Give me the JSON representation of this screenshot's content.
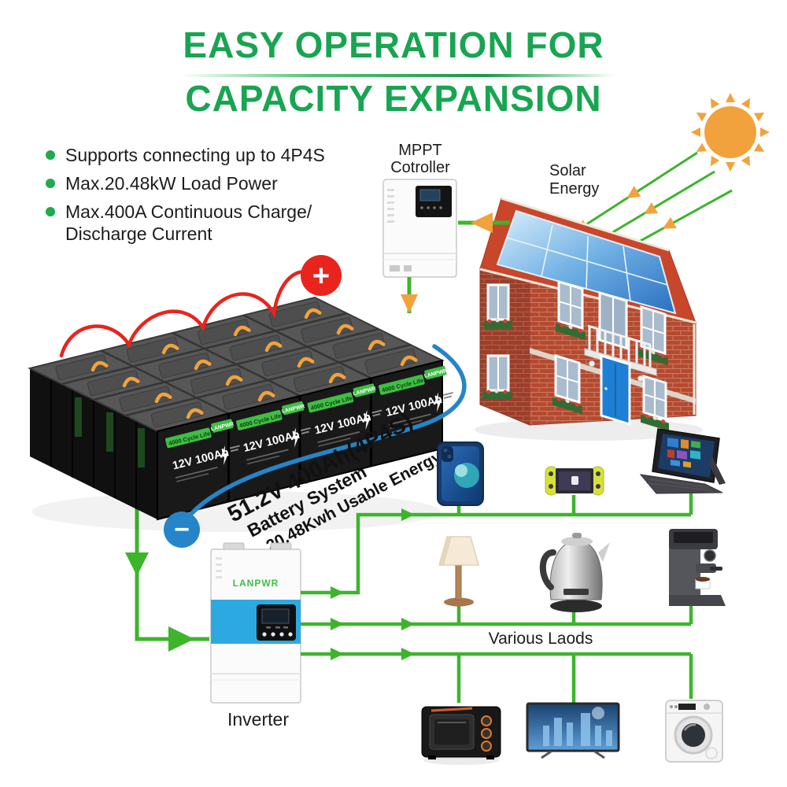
{
  "title": {
    "line1": "EASY OPERATION FOR",
    "line2": "CAPACITY EXPANSION"
  },
  "features": [
    "Supports connecting up to 4P4S",
    "Max.20.48kW Load Power",
    "Max.400A Continuous Charge/\nDischarge Current"
  ],
  "mppt": {
    "label": "MPPT\nCotroller"
  },
  "solar": {
    "label": "Solar\nEnergy"
  },
  "battery": {
    "brand": "LANPWR",
    "cycle_life": "4000 Cycle Life",
    "cell_spec": "12V 100Ah",
    "plus": "+",
    "minus": "−",
    "system_line1": "51.2V 400Ah(4P4S)",
    "system_line2": "Battery System",
    "system_line3": "20.48Kwh Usable Energy"
  },
  "inverter": {
    "brand": "LANPWR",
    "label": "Inverter"
  },
  "loads_label": "Various Laods",
  "devices": {
    "row1": [
      "smartphone",
      "game-console",
      "tablet-laptop"
    ],
    "row2": [
      "table-lamp",
      "electric-kettle",
      "coffee-machine"
    ],
    "row3": [
      "toaster-oven",
      "television",
      "washing-machine"
    ]
  },
  "colors": {
    "title_green": "#18a551",
    "wire_green": "#3cb52b",
    "arrow_orange": "#f2a23d",
    "wire_red": "#e8241c",
    "wire_blue": "#2585c8",
    "inverter_blue": "#2da9e1",
    "brand_green": "#3fbf44"
  }
}
